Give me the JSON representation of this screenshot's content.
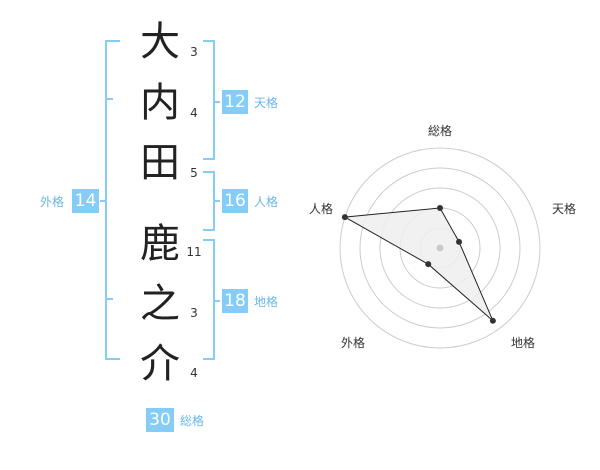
{
  "name_characters": [
    {
      "char": "大",
      "strokes": "3"
    },
    {
      "char": "内",
      "strokes": "4"
    },
    {
      "char": "田",
      "strokes": "5"
    },
    {
      "char": "鹿",
      "strokes": "11"
    },
    {
      "char": "之",
      "strokes": "3"
    },
    {
      "char": "介",
      "strokes": "4"
    }
  ],
  "kaku": {
    "tenkaku": {
      "value": "12",
      "label": "天格"
    },
    "jinkaku": {
      "value": "16",
      "label": "人格"
    },
    "chikaku": {
      "value": "18",
      "label": "地格"
    },
    "gaikaku": {
      "value": "14",
      "label": "外格"
    },
    "soukaku": {
      "value": "30",
      "label": "総格"
    }
  },
  "radar": {
    "axis_labels": {
      "top": "総格",
      "right": "天格",
      "bottom_right": "地格",
      "bottom_left": "外格",
      "left": "人格"
    },
    "scores": {
      "soukaku": 0.4,
      "tenkaku": 0.2,
      "chikaku": 0.9,
      "gaikaku": 0.2,
      "jinkaku": 1.0
    },
    "colors": {
      "ring": "#cccccc",
      "fill": "#eeeeee",
      "line": "#222222",
      "point": "#333333",
      "center": "#cccccc"
    }
  },
  "colors": {
    "bracket": "#85cdf6",
    "box": "#85cdf6",
    "label": "#69b7e9"
  }
}
